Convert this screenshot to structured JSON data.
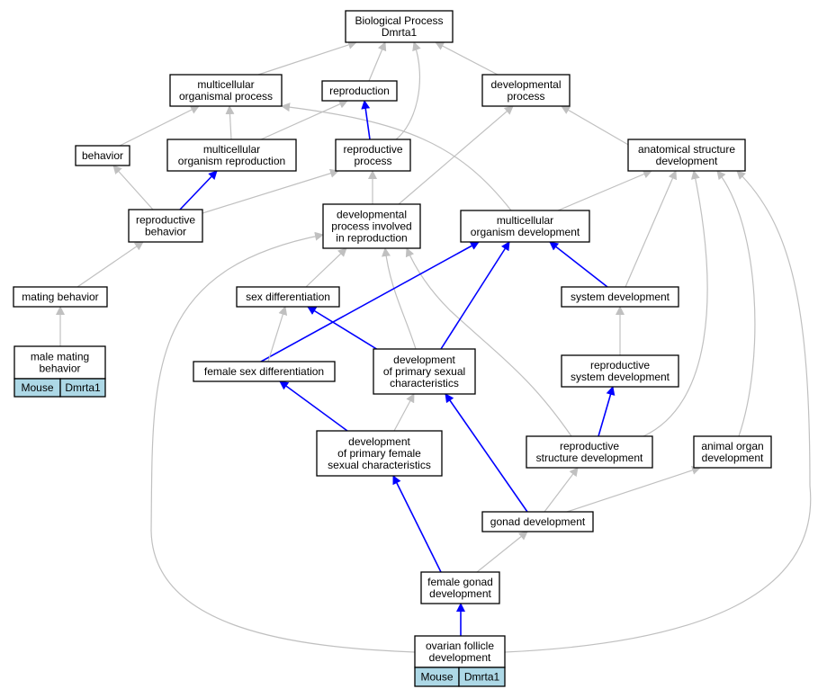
{
  "diagram": {
    "colors": {
      "regulates_edge": "#0000ff",
      "is_a_edge": "#c0c0c0",
      "annotation_cell": "#add8e6"
    },
    "nodes": {
      "biological_process": [
        "Biological Process",
        "Dmrta1"
      ],
      "multicellular_organismal_process": [
        "multicellular",
        "organismal process"
      ],
      "reproduction": [
        "reproduction"
      ],
      "developmental_process": [
        "developmental",
        "process"
      ],
      "behavior": [
        "behavior"
      ],
      "multicellular_organism_reproduction": [
        "multicellular",
        "organism reproduction"
      ],
      "reproductive_process": [
        "reproductive",
        "process"
      ],
      "anatomical_structure_development": [
        "anatomical structure",
        "development"
      ],
      "reproductive_behavior": [
        "reproductive",
        "behavior"
      ],
      "developmental_process_involved_in_reproduction": [
        "developmental",
        "process involved",
        "in reproduction"
      ],
      "multicellular_organism_development": [
        "multicellular",
        "organism development"
      ],
      "mating_behavior": [
        "mating behavior"
      ],
      "sex_differentiation": [
        "sex differentiation"
      ],
      "system_development": [
        "system development"
      ],
      "male_mating_behavior": [
        "male mating",
        "behavior"
      ],
      "female_sex_differentiation": [
        "female sex differentiation"
      ],
      "development_of_primary_sexual_characteristics": [
        "development",
        "of primary sexual",
        "characteristics"
      ],
      "reproductive_system_development": [
        "reproductive",
        "system development"
      ],
      "development_of_primary_female_sexual_characteristics": [
        "development",
        "of primary female",
        "sexual characteristics"
      ],
      "reproductive_structure_development": [
        "reproductive",
        "structure development"
      ],
      "animal_organ_development": [
        "animal organ",
        "development"
      ],
      "gonad_development": [
        "gonad development"
      ],
      "female_gonad_development": [
        "female gonad",
        "development"
      ],
      "ovarian_follicle_development": [
        "ovarian follicle",
        "development"
      ]
    },
    "annotations": {
      "male_mating_behavior": [
        "Mouse",
        "Dmrta1"
      ],
      "ovarian_follicle_development": [
        "Mouse",
        "Dmrta1"
      ]
    },
    "edges": [
      {
        "from": "multicellular_organismal_process",
        "to": "biological_process",
        "kind": "is_a"
      },
      {
        "from": "reproduction",
        "to": "biological_process",
        "kind": "is_a"
      },
      {
        "from": "developmental_process",
        "to": "biological_process",
        "kind": "is_a"
      },
      {
        "from": "reproductive_process",
        "to": "biological_process",
        "kind": "is_a"
      },
      {
        "from": "behavior",
        "to": "multicellular_organismal_process",
        "kind": "is_a"
      },
      {
        "from": "multicellular_organism_reproduction",
        "to": "multicellular_organismal_process",
        "kind": "is_a"
      },
      {
        "from": "multicellular_organism_development",
        "to": "multicellular_organismal_process",
        "kind": "is_a"
      },
      {
        "from": "multicellular_organism_reproduction",
        "to": "reproduction",
        "kind": "is_a"
      },
      {
        "from": "reproductive_process",
        "to": "reproduction",
        "kind": "part_of"
      },
      {
        "from": "anatomical_structure_development",
        "to": "developmental_process",
        "kind": "is_a"
      },
      {
        "from": "developmental_process_involved_in_reproduction",
        "to": "developmental_process",
        "kind": "is_a"
      },
      {
        "from": "reproductive_behavior",
        "to": "behavior",
        "kind": "is_a"
      },
      {
        "from": "reproductive_behavior",
        "to": "multicellular_organism_reproduction",
        "kind": "part_of"
      },
      {
        "from": "reproductive_behavior",
        "to": "reproductive_process",
        "kind": "is_a"
      },
      {
        "from": "developmental_process_involved_in_reproduction",
        "to": "reproductive_process",
        "kind": "is_a"
      },
      {
        "from": "multicellular_organism_development",
        "to": "anatomical_structure_development",
        "kind": "is_a"
      },
      {
        "from": "system_development",
        "to": "anatomical_structure_development",
        "kind": "is_a"
      },
      {
        "from": "reproductive_structure_development",
        "to": "anatomical_structure_development",
        "kind": "is_a"
      },
      {
        "from": "animal_organ_development",
        "to": "anatomical_structure_development",
        "kind": "is_a"
      },
      {
        "from": "ovarian_follicle_development",
        "to": "anatomical_structure_development",
        "kind": "is_a"
      },
      {
        "from": "mating_behavior",
        "to": "reproductive_behavior",
        "kind": "is_a"
      },
      {
        "from": "sex_differentiation",
        "to": "developmental_process_involved_in_reproduction",
        "kind": "is_a"
      },
      {
        "from": "development_of_primary_sexual_characteristics",
        "to": "developmental_process_involved_in_reproduction",
        "kind": "is_a"
      },
      {
        "from": "reproductive_structure_development",
        "to": "developmental_process_involved_in_reproduction",
        "kind": "is_a"
      },
      {
        "from": "ovarian_follicle_development",
        "to": "developmental_process_involved_in_reproduction",
        "kind": "is_a"
      },
      {
        "from": "female_sex_differentiation",
        "to": "multicellular_organism_development",
        "kind": "part_of"
      },
      {
        "from": "development_of_primary_sexual_characteristics",
        "to": "multicellular_organism_development",
        "kind": "part_of"
      },
      {
        "from": "system_development",
        "to": "multicellular_organism_development",
        "kind": "part_of"
      },
      {
        "from": "male_mating_behavior",
        "to": "mating_behavior",
        "kind": "is_a"
      },
      {
        "from": "female_sex_differentiation",
        "to": "sex_differentiation",
        "kind": "is_a"
      },
      {
        "from": "development_of_primary_sexual_characteristics",
        "to": "sex_differentiation",
        "kind": "part_of"
      },
      {
        "from": "reproductive_system_development",
        "to": "system_development",
        "kind": "is_a"
      },
      {
        "from": "development_of_primary_female_sexual_characteristics",
        "to": "female_sex_differentiation",
        "kind": "part_of"
      },
      {
        "from": "development_of_primary_female_sexual_characteristics",
        "to": "development_of_primary_sexual_characteristics",
        "kind": "is_a"
      },
      {
        "from": "gonad_development",
        "to": "development_of_primary_sexual_characteristics",
        "kind": "part_of"
      },
      {
        "from": "reproductive_structure_development",
        "to": "reproductive_system_development",
        "kind": "part_of"
      },
      {
        "from": "female_gonad_development",
        "to": "development_of_primary_female_sexual_characteristics",
        "kind": "part_of"
      },
      {
        "from": "gonad_development",
        "to": "reproductive_structure_development",
        "kind": "is_a"
      },
      {
        "from": "gonad_development",
        "to": "animal_organ_development",
        "kind": "is_a"
      },
      {
        "from": "female_gonad_development",
        "to": "gonad_development",
        "kind": "is_a"
      },
      {
        "from": "ovarian_follicle_development",
        "to": "female_gonad_development",
        "kind": "part_of"
      }
    ]
  }
}
